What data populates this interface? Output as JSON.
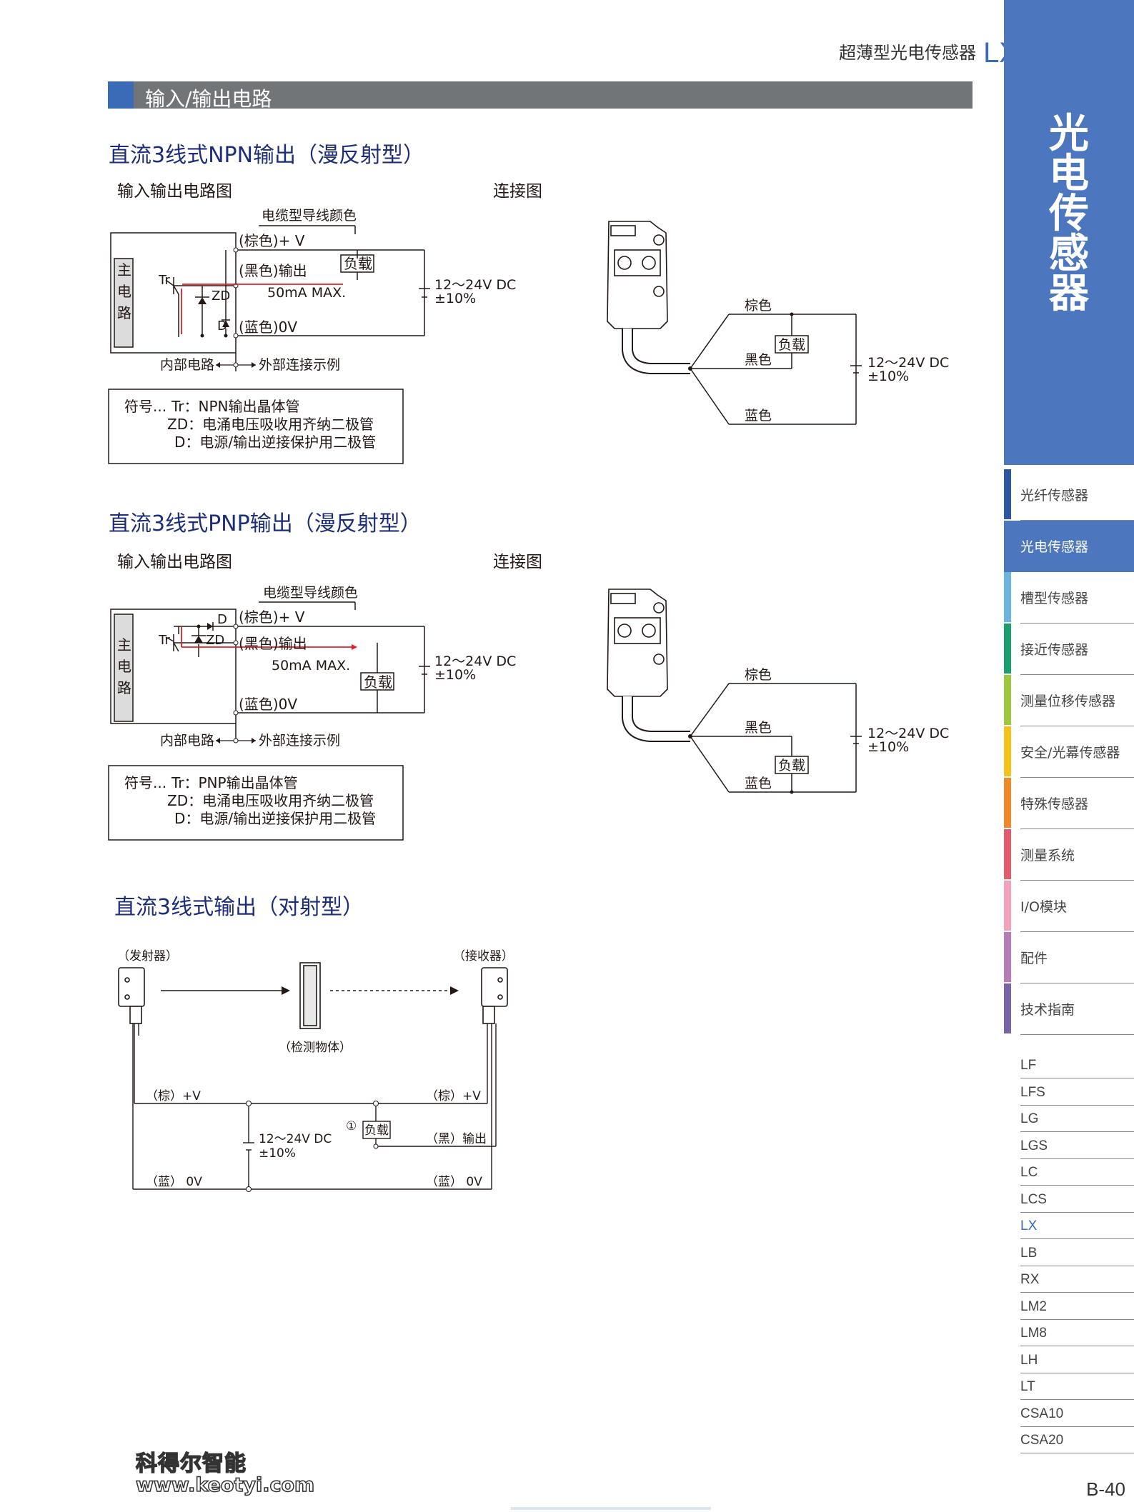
{
  "header": {
    "title": "超薄型光电传感器",
    "code": "LX"
  },
  "section_title": "输入/输出电路",
  "npn": {
    "title": "直流3线式NPN输出（漫反射型）",
    "circuit_label": "输入输出电路图",
    "connection_label": "连接图",
    "cable_color_label": "电缆型导线颜色",
    "brown_v": "(棕色)+ V",
    "black_out": "(黑色)输出",
    "blue_0v": "(蓝色)0V",
    "load": "负载",
    "current": "50mA MAX.",
    "supply": "12～24V DC",
    "tolerance": "±10%",
    "main_circuit": [
      "主",
      "电",
      "路"
    ],
    "tr": "Tr",
    "zd": "ZD",
    "d": "D",
    "internal": "内部电路",
    "external": "外部连接示例",
    "legend": [
      "符号...",
      "Tr：NPN输出晶体管",
      "ZD：电涌电压吸收用齐纳二极管",
      "D：电源/输出逆接保护用二极管"
    ],
    "conn": {
      "brown": "棕色",
      "black": "黑色",
      "blue": "蓝色",
      "load": "负载",
      "supply": "12～24V DC",
      "tolerance": "±10%"
    }
  },
  "pnp": {
    "title": "直流3线式PNP输出（漫反射型）",
    "circuit_label": "输入输出电路图",
    "connection_label": "连接图",
    "cable_color_label": "电缆型导线颜色",
    "brown_v": "(棕色)+ V",
    "black_out": "(黑色)输出",
    "blue_0v": "(蓝色)0V",
    "load": "负载",
    "current": "50mA MAX.",
    "supply": "12～24V DC",
    "tolerance": "±10%",
    "main_circuit": [
      "主",
      "电",
      "路"
    ],
    "tr": "Tr",
    "zd": "ZD",
    "d": "D",
    "internal": "内部电路",
    "external": "外部连接示例",
    "legend": [
      "符号...",
      "Tr：PNP输出晶体管",
      "ZD：电涌电压吸收用齐纳二极管",
      "D：电源/输出逆接保护用二极管"
    ],
    "conn": {
      "brown": "棕色",
      "black": "黑色",
      "blue": "蓝色",
      "load": "负载",
      "supply": "12～24V DC",
      "tolerance": "±10%"
    }
  },
  "thru": {
    "title": "直流3线式输出（对射型）",
    "emitter": "（发射器）",
    "receiver": "（接收器）",
    "object": "（检测物体）",
    "brown_v_left": "（棕）+V",
    "brown_v_right": "（棕）+V",
    "blue_left": "（蓝） 0V",
    "blue_right": "（蓝） 0V",
    "black_out": "（黑）输出",
    "load_mark": "①",
    "load": "负载",
    "supply": "12～24V DC",
    "tolerance": "±10%"
  },
  "sidebar": {
    "big_title": [
      "光",
      "电",
      "传",
      "感",
      "器"
    ],
    "categories": [
      {
        "label": "光纤传感器",
        "color": "#2e56a6"
      },
      {
        "label": "光电传感器",
        "color": "#4c76bd"
      },
      {
        "label": "槽型传感器",
        "color": "#6cb4e0"
      },
      {
        "label": "接近传感器",
        "color": "#1a9f6e"
      },
      {
        "label": "测量位移传感器",
        "color": "#9bc83e"
      },
      {
        "label": "安全/光幕传感器",
        "color": "#f5c21c"
      },
      {
        "label": "特殊传感器",
        "color": "#ef8a2b"
      },
      {
        "label": "测量系统",
        "color": "#e25c6e"
      },
      {
        "label": "I/O模块",
        "color": "#f3a2bd"
      },
      {
        "label": "配件",
        "color": "#b57cb8"
      },
      {
        "label": "技术指南",
        "color": "#7b63a8"
      }
    ],
    "models": [
      "LF",
      "LFS",
      "LG",
      "LGS",
      "LC",
      "LCS",
      "LX",
      "LB",
      "RX",
      "LM2",
      "LM8",
      "LH",
      "LT",
      "CSA10",
      "CSA20"
    ]
  },
  "page_number": "B-40",
  "watermark": {
    "line1": "科得尔智能",
    "line2": "www.keotyi.com"
  }
}
